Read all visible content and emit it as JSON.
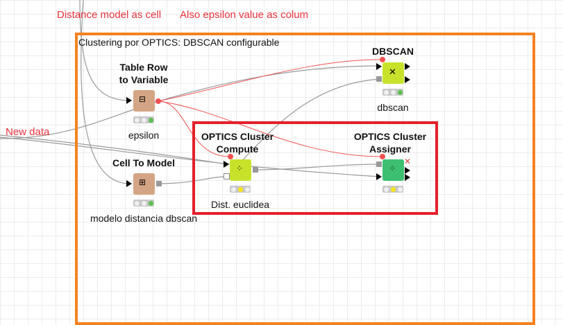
{
  "annotations": {
    "distance_model": "Distance model as cell",
    "epsilon_column": "Also epsilon value as colum",
    "new_data": "New data"
  },
  "workflow": {
    "metanode_title": "Clustering por OPTICS: DBSCAN configurable",
    "nodes": [
      {
        "title": "Table Row\nto Variable",
        "label": "epsilon",
        "status": "executed",
        "color": "#d4a585"
      },
      {
        "title": "Cell To Model",
        "label": "modelo distancia dbscan",
        "status": "executed",
        "color": "#d4a585"
      },
      {
        "title": "DBSCAN",
        "label": "dbscan",
        "status": "executed",
        "color": "#c8e22b"
      },
      {
        "title": "OPTICS Cluster\nCompute",
        "label": "Dist. euclidea",
        "status": "configured",
        "color": "#c8e22b"
      },
      {
        "title": "OPTICS Cluster\nAssigner",
        "label": "",
        "status": "configured",
        "color": "#3dbf72"
      }
    ]
  },
  "colors": {
    "frame": "#f58220",
    "highlight": "#e3202a",
    "annotation": "#e8323c",
    "flow_variable": "#f05050",
    "connection": "#999999"
  }
}
